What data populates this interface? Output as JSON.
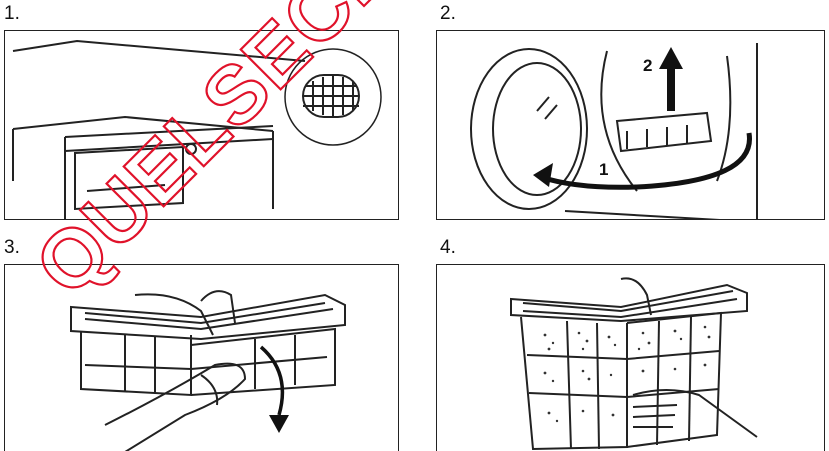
{
  "steps": [
    {
      "number": "1."
    },
    {
      "number": "2."
    },
    {
      "number": "3."
    },
    {
      "number": "4."
    }
  ],
  "callouts": {
    "arrow_1": "1",
    "arrow_2": "2"
  },
  "watermark": {
    "text": "QUELSECHE"
  }
}
